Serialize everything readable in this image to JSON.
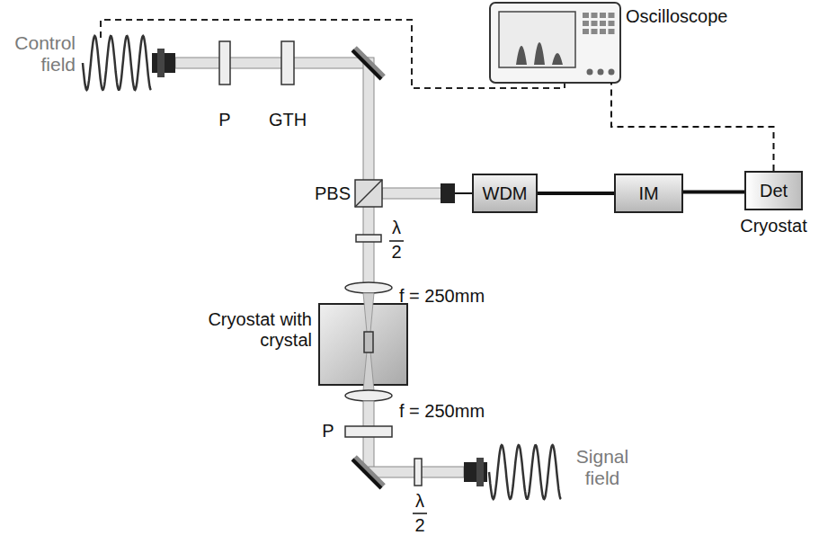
{
  "diagram": {
    "nodes": [
      {
        "text": [
          "Oscilloscope"
        ]
      },
      {
        "text": [
          "WDM"
        ]
      },
      {
        "text": [
          "IM"
        ]
      },
      {
        "text": [
          "Det",
          "Cryostat"
        ]
      },
      {
        "text": [
          "Cryostat with crystal"
        ]
      }
    ],
    "edges": [
      {
        "from": 1,
        "to": 2,
        "arrow": "none"
      },
      {
        "from": 2,
        "to": 3,
        "arrow": "none"
      },
      {
        "from": 3,
        "to": 0,
        "arrow": "none"
      }
    ],
    "labels": [
      "Control field",
      "P",
      "GTH",
      "PBS",
      "λ",
      "2",
      "f = 250mm",
      "f = 250mm",
      "P",
      "Signal field",
      "λ",
      "2"
    ]
  }
}
